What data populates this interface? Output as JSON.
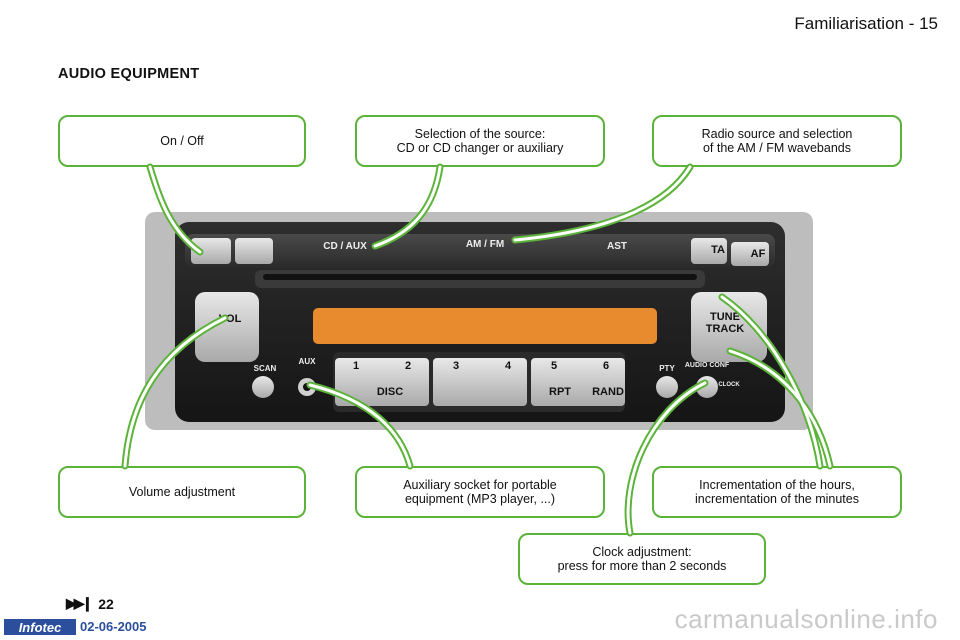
{
  "header": {
    "title": "Familiarisation - 15"
  },
  "section_title": "AUDIO EQUIPMENT",
  "callouts": {
    "on_off": "On / Off",
    "source": "Selection of the source:\nCD or CD changer or auxiliary",
    "radio": "Radio source and selection\nof the AM / FM wavebands",
    "volume": "Volume adjustment",
    "aux_socket": "Auxiliary socket for portable\nequipment (MP3 player, ...)",
    "increment": "Incrementation of the hours,\nincrementation of the minutes",
    "clock": "Clock adjustment:\npress for more than 2 seconds"
  },
  "radio_labels": {
    "cd_aux": "CD / AUX",
    "am_fm": "AM / FM",
    "ast": "AST",
    "ta": "TA",
    "af": "AF",
    "vol": "VOL",
    "scan": "SCAN",
    "aux": "AUX",
    "pty": "PTY",
    "audio_conf": "AUDIO CONF",
    "clock": "CLOCK",
    "tune": "TUNE",
    "track": "TRACK",
    "disc": "DISC",
    "rpt": "RPT",
    "rand": "RAND",
    "presets": [
      "1",
      "2",
      "3",
      "4",
      "5",
      "6"
    ]
  },
  "footer": {
    "page_ref": "22",
    "brand": "Infotec",
    "date": "02-06-2005"
  },
  "watermark": "carmanualsonline.info",
  "colors": {
    "callout_border": "#5cb33a",
    "display": "#e88a2e",
    "brand_blue": "#2b4f9c"
  }
}
